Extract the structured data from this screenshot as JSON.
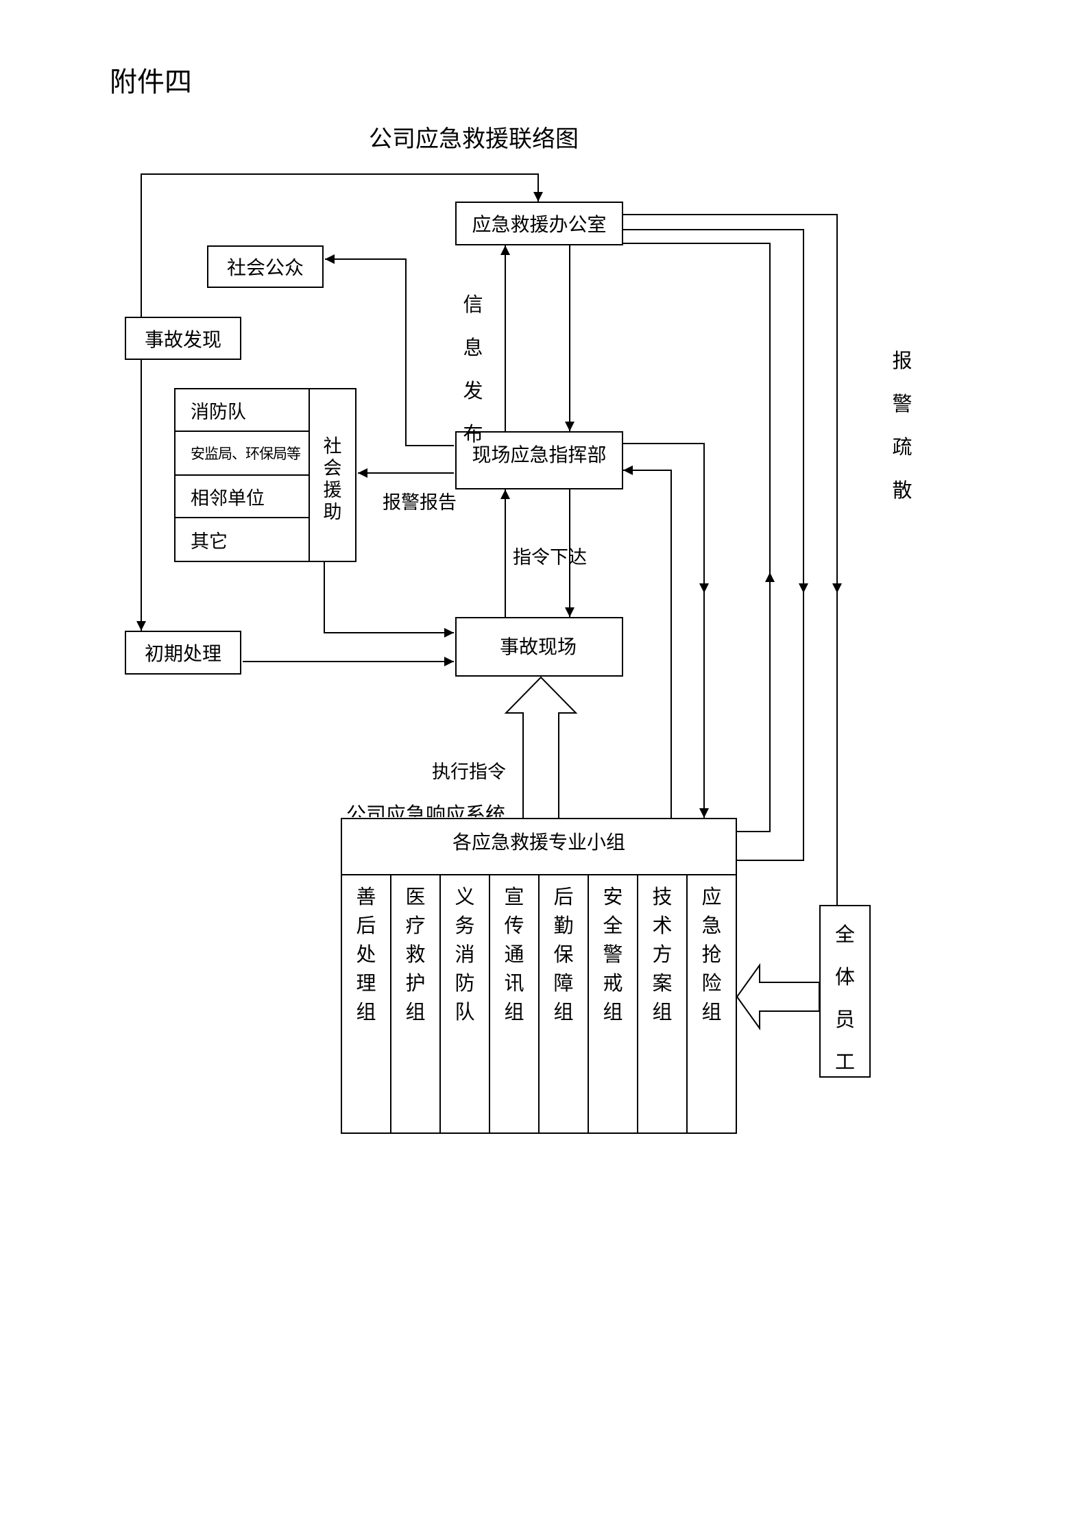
{
  "header": {
    "attachment_label": "附件四",
    "title": "公司应急救援联络图"
  },
  "nodes": {
    "office": "应急救援办公室",
    "public": "社会公众",
    "discovery": "事故发现",
    "command": "现场应急指挥部",
    "initial": "初期处理",
    "scene": "事故现场",
    "all_staff": [
      "全",
      "体",
      "员",
      "工"
    ]
  },
  "social_assistance": {
    "label": [
      "社",
      "会",
      "援",
      "助"
    ],
    "items": [
      "消防队",
      "安监局、环保局等",
      "相邻单位",
      "其它"
    ]
  },
  "annotations": {
    "info_release": [
      "信",
      "息",
      "发",
      "布"
    ],
    "alarm_evacuation": [
      "报",
      "警",
      "疏",
      "散"
    ],
    "alarm_report": "报警报告",
    "order_issued": "指令下达",
    "execute_order": "执行指令",
    "response_system": "公司应急响应系统"
  },
  "groups": {
    "header": "各应急救援专业小组",
    "columns": [
      [
        "善",
        "后",
        "处",
        "理",
        "组"
      ],
      [
        "医",
        "疗",
        "救",
        "护",
        "组"
      ],
      [
        "义",
        "务",
        "消",
        "防",
        "队"
      ],
      [
        "宣",
        "传",
        "通",
        "讯",
        "组"
      ],
      [
        "后",
        "勤",
        "保",
        "障",
        "组"
      ],
      [
        "安",
        "全",
        "警",
        "戒",
        "组"
      ],
      [
        "技",
        "术",
        "方",
        "案",
        "组"
      ],
      [
        "应",
        "急",
        "抢",
        "险",
        "组"
      ]
    ]
  }
}
